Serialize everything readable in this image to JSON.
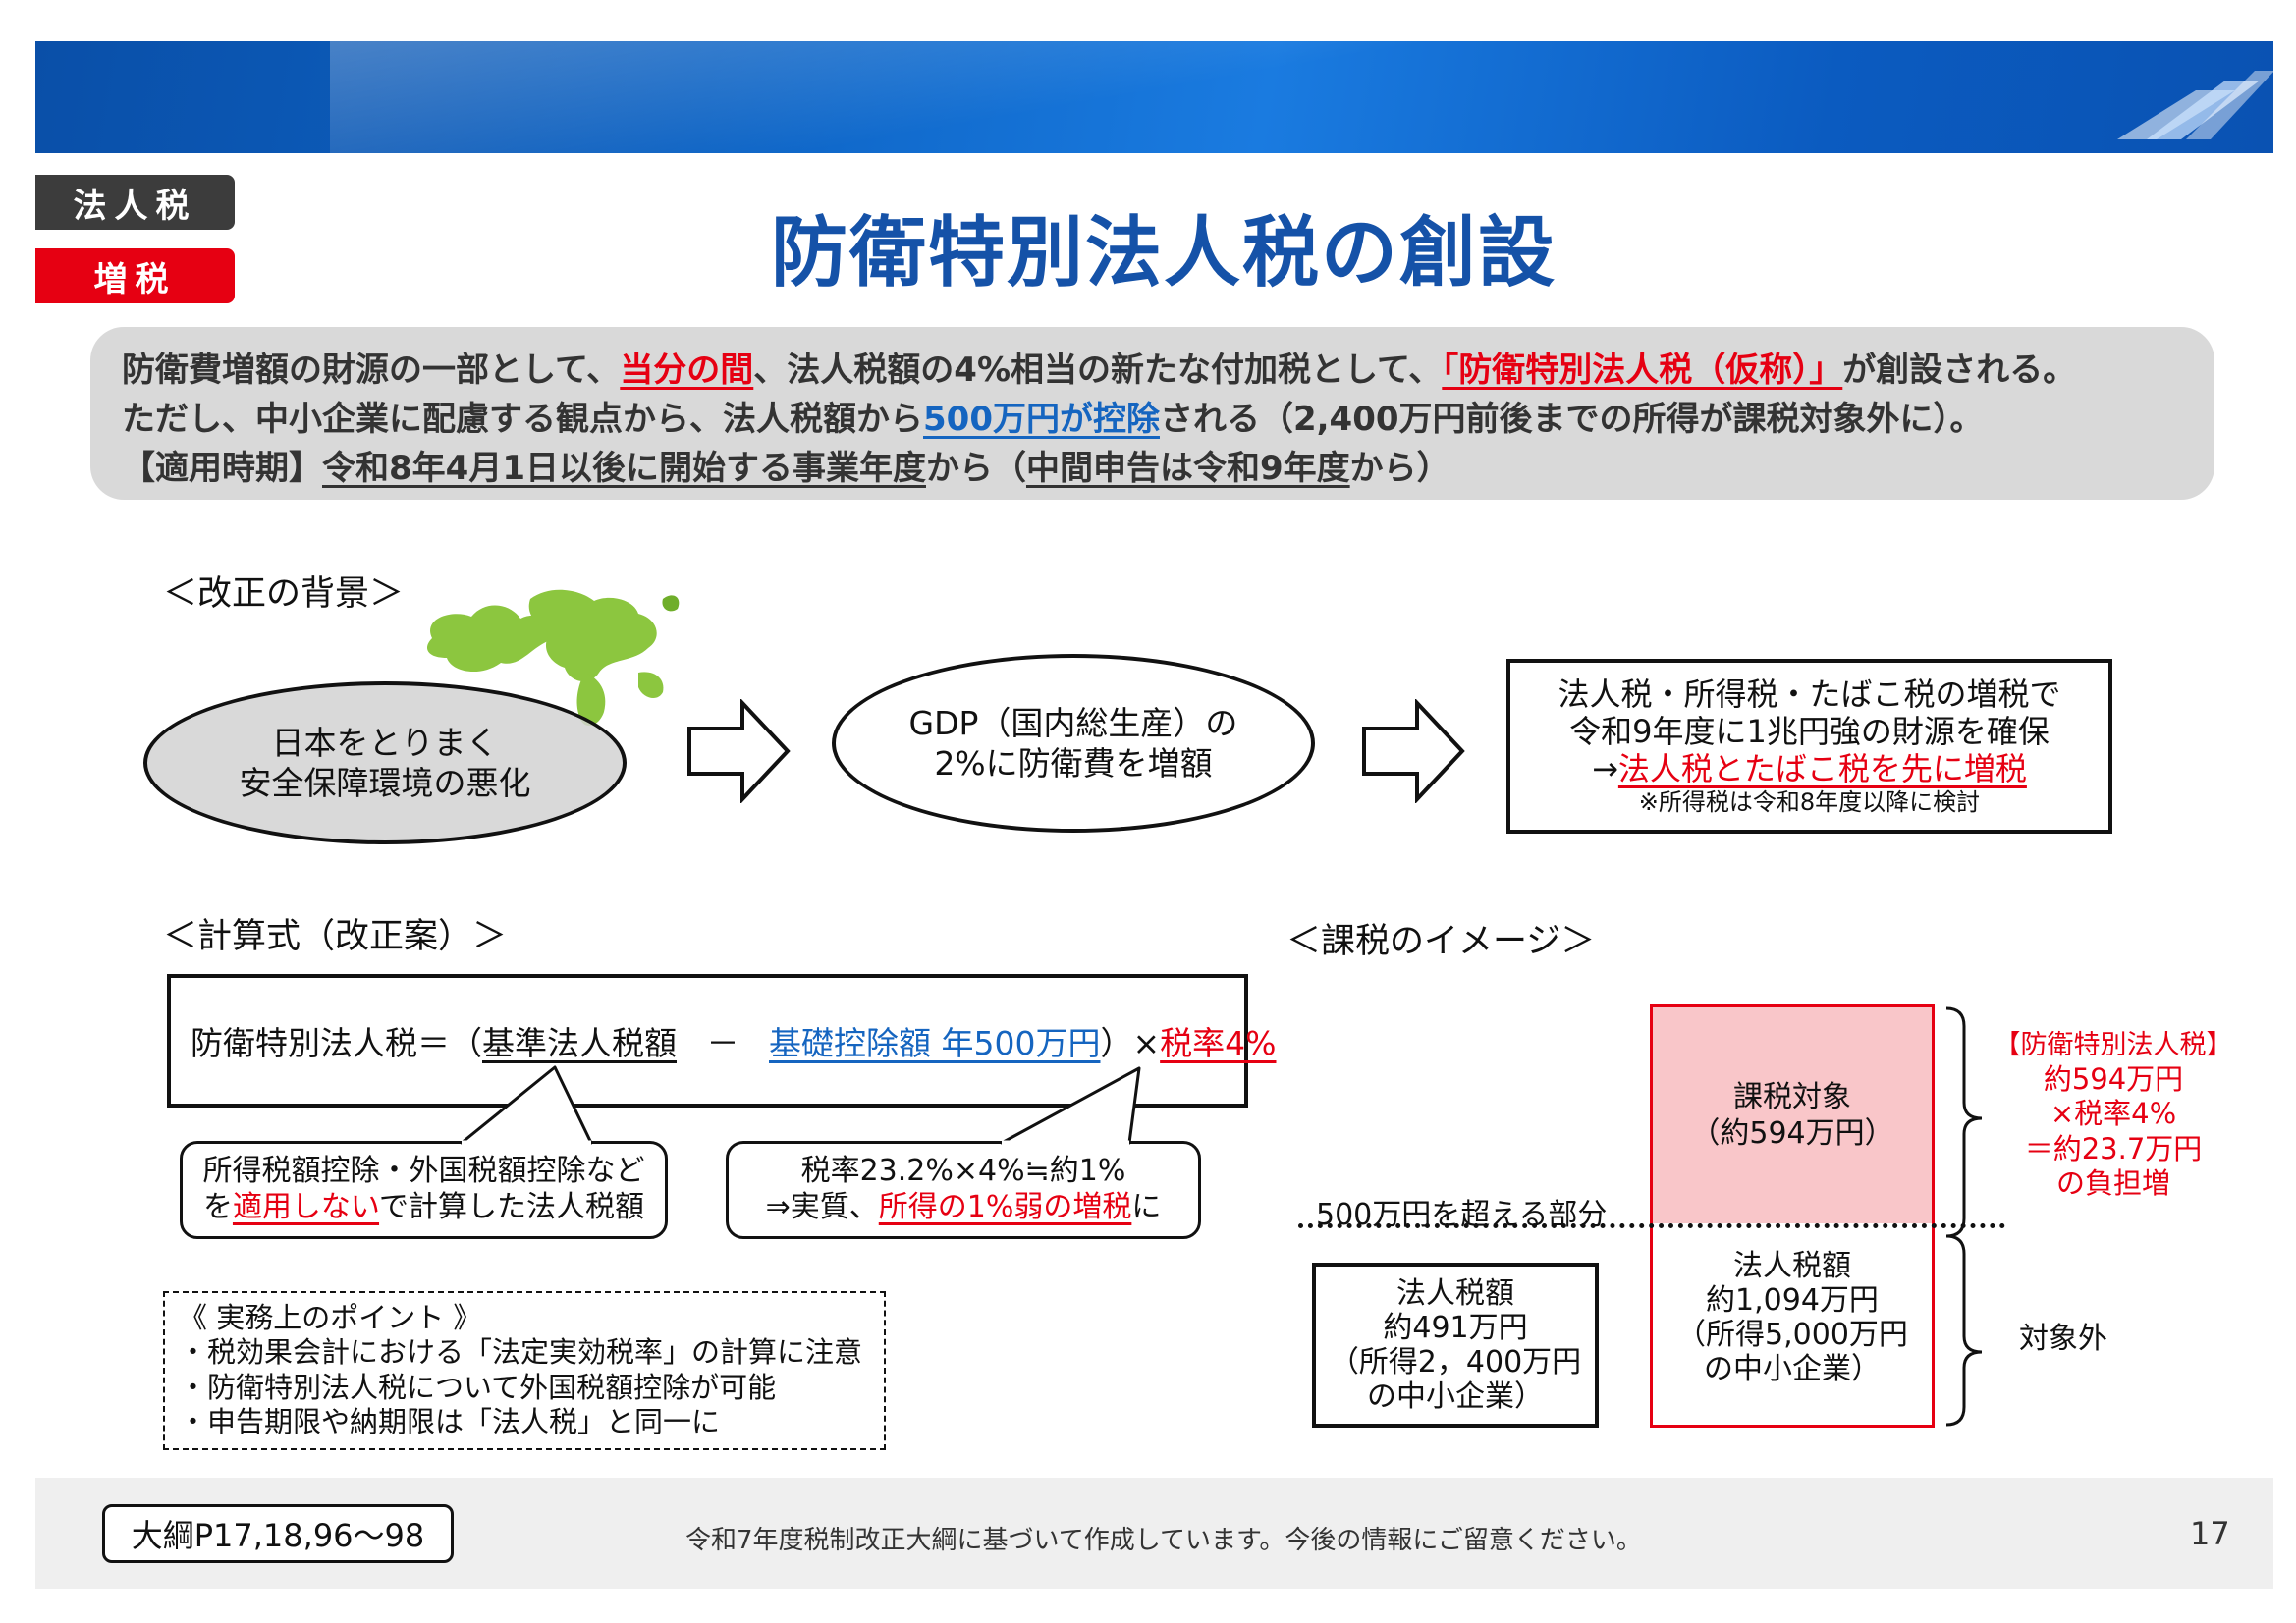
{
  "tags": {
    "category": "法人税",
    "change": "増税"
  },
  "title": "防衛特別法人税の創設",
  "summary": {
    "l1_a": "防衛費増額の財源の一部として、",
    "l1_b": "当分の間",
    "l1_c": "、法人税額の4%相当の新たな付加税として、",
    "l1_d": "「防衛特別法人税（仮称）」",
    "l1_e": "が創設される。",
    "l2_a": "ただし、中小企業に配慮する観点から、法人税額から",
    "l2_b": "500万円が控除",
    "l2_c": "される（2,400万円前後までの所得が課税対象外に）。",
    "l3_a": "【適用時期】",
    "l3_b": "令和8年4月1日以後に開始する事業年度",
    "l3_c": "から（",
    "l3_d": "中間申告は令和9年度",
    "l3_e": "から）"
  },
  "background": {
    "heading": "＜改正の背景＞",
    "step1": [
      "日本をとりまく",
      "安全保障環境の悪化"
    ],
    "step2": [
      "GDP（国内総生産）の",
      "2%に防衛費を増額"
    ],
    "step3": {
      "l1": "法人税・所得税・たばこ税の増税で",
      "l2": "令和9年度に1兆円強の財源を確保",
      "l3_prefix": "→",
      "l3_red": "法人税とたばこ税を先に増税",
      "note": "※所得税は令和8年度以降に検討"
    }
  },
  "formula": {
    "heading": "＜計算式（改正案）＞",
    "f_a": "防衛特別法人税＝（",
    "f_b": "基準法人税額",
    "f_c": "－",
    "f_d": "基礎控除額 年500万円",
    "f_e": "）×",
    "f_f": "税率4%",
    "call1_l1": "所得税額控除・外国税額控除など",
    "call1_l2a": "を",
    "call1_l2b": "適用しない",
    "call1_l2c": "で計算した法人税額",
    "call2_l1": "税率23.2%×4%≒約1%",
    "call2_l2a": "⇒実質、",
    "call2_l2b": "所得の1%弱の増税",
    "call2_l2c": "に"
  },
  "points": {
    "title": "《 実務上のポイント 》",
    "items": [
      "・税効果会計における「法定実効税率」の計算に注意",
      "・防衛特別法人税について外国税額控除が可能",
      "・申告期限や納期限は「法人税」と同一に"
    ]
  },
  "image": {
    "heading": "＜課税のイメージ＞",
    "threshold": "500万円を超える部分",
    "taxable": [
      "課税対象",
      "（約594万円）"
    ],
    "big_corp": [
      "法人税額",
      "約1,094万円",
      "（所得5,000万円",
      "の中小企業）"
    ],
    "small_corp": [
      "法人税額",
      "約491万円",
      "（所得2，400万円",
      "の中小企業）"
    ],
    "burden": [
      "【防衛特別法人税】",
      "約594万円",
      "×税率4%",
      "＝約23.7万円",
      "の負担増"
    ],
    "excluded": "対象外"
  },
  "footer": {
    "ref": "大綱P17,18,96～98",
    "note": "令和7年度税制改正大綱に基づいて作成しています。今後の情報にご留意ください。",
    "page": "17"
  },
  "colors": {
    "accent_blue": "#1552a8",
    "red": "#e60012",
    "pink_fill": "#f9c6c9",
    "globe_green": "#8cc63f"
  },
  "icons": [
    "globe-map-icon",
    "arrow-right-icon",
    "logo-stripes-icon"
  ]
}
